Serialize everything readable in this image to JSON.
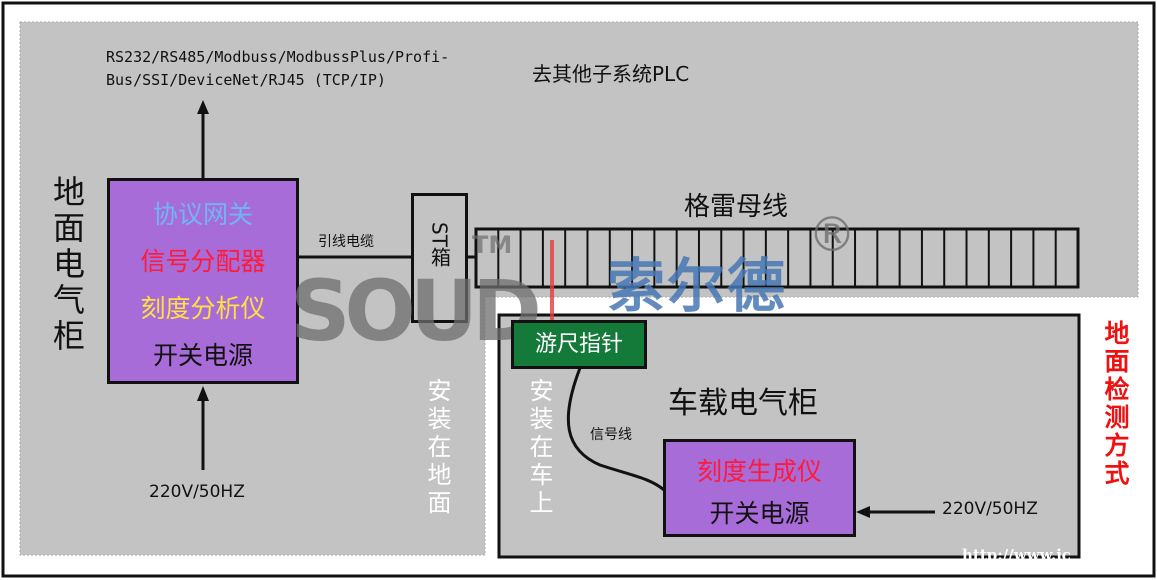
{
  "protocols": {
    "line1": "RS232/RS485/Modbuss/ModbussPlus/Profi-",
    "line2": "Bus/SSI/DeviceNet/RJ45 (TCP/IP)"
  },
  "to_plc": "去其他子系统PLC",
  "ground_cabinet_label": "地面电气柜",
  "ground_cabinet": {
    "items": [
      {
        "label": "协议网关",
        "color": "#6fb6f2"
      },
      {
        "label": "信号分配器",
        "color": "#ff1a3a"
      },
      {
        "label": "刻度分析仪",
        "color": "#ffe040"
      },
      {
        "label": "开关电源",
        "color": "#111111"
      }
    ],
    "fill": "#a86cd8"
  },
  "ground_power": "220V/50HZ",
  "lead_cable": "引线电缆",
  "st_box": "ST箱",
  "bus_label": "格雷母线",
  "install_ground": "安装在地面",
  "install_vehicle": "安装在车上",
  "vernier": {
    "label": "游尺指针",
    "fill": "#137a3a"
  },
  "signal_line": "信号线",
  "vehicle_cabinet": {
    "label": "车载电气柜",
    "items": [
      {
        "label": "刻度生成仪",
        "color": "#ff1a3a"
      },
      {
        "label": "开关电源",
        "color": "#111111"
      }
    ]
  },
  "vehicle_power": "220V/50HZ",
  "detection_mode": "地面检测方式",
  "watermark": {
    "brand_en": "SOUD",
    "tm": "TM",
    "brand_cn": "索尔德",
    "registered": "®",
    "url": "http://www.jc"
  },
  "colors": {
    "panel_gray": "#c3c3c3",
    "detection_red": "#ee1111"
  }
}
